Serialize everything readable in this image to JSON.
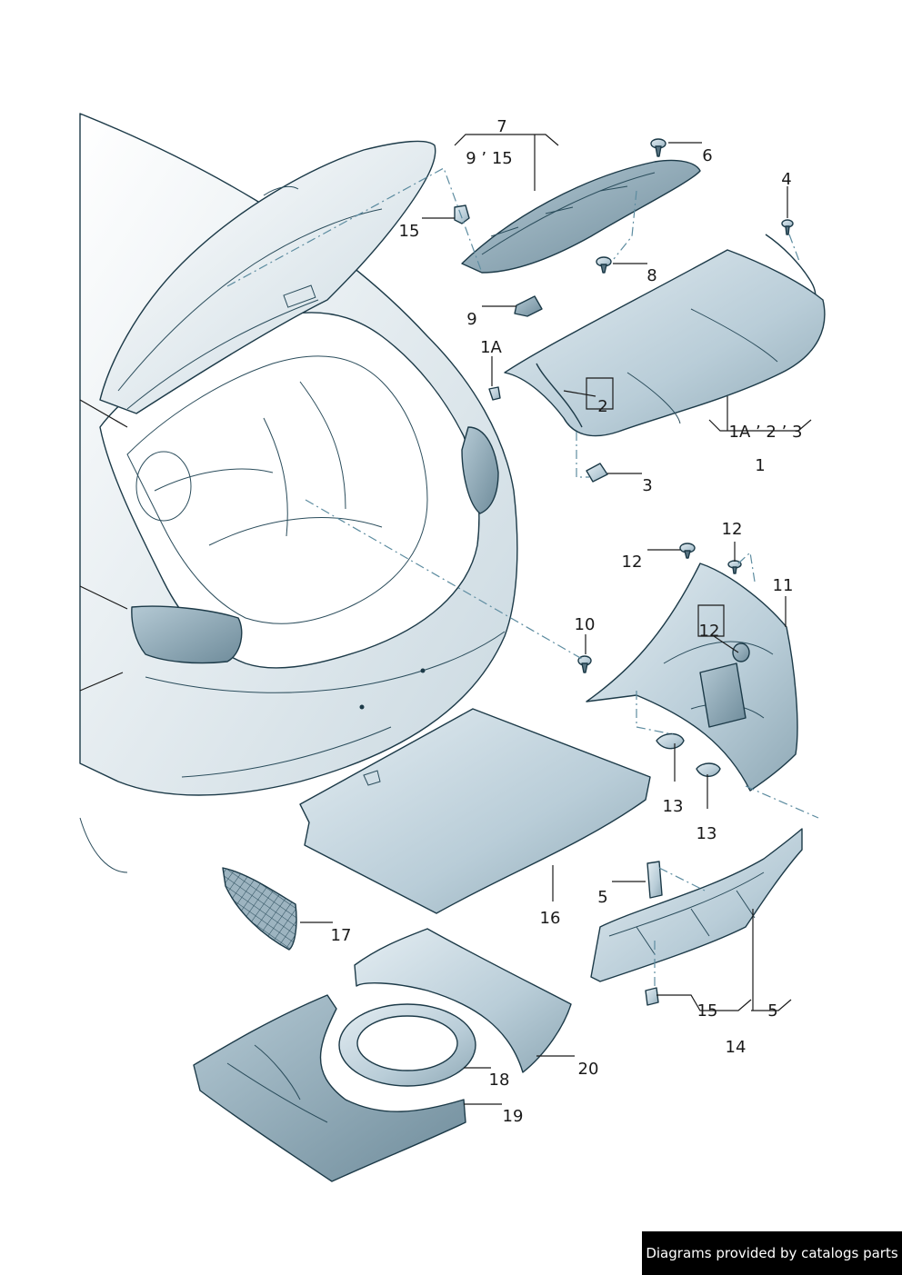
{
  "labels": {
    "l7": "7",
    "l9_15": "9 ’ 15",
    "l6": "6",
    "l4": "4",
    "l15_top": "15",
    "l8": "8",
    "l9": "9",
    "l1A": "1A",
    "l2": "2",
    "l1A_2_3": "1A ’ 2 ’ 3",
    "l1": "1",
    "l3": "3",
    "l12_a": "12",
    "l12_b": "12",
    "l11": "11",
    "l10": "10",
    "l12_c": "12",
    "l13_a": "13",
    "l13_b": "13",
    "l5_a": "5",
    "l16": "16",
    "l17": "17",
    "l15_b": "15",
    "l5_b": "5",
    "l14": "14",
    "l20": "20",
    "l18": "18",
    "l19": "19"
  },
  "footer": {
    "credit": "Diagrams provided by catalogs parts"
  },
  "colors": {
    "part_light": "#cfdde5",
    "part_dark": "#8fa9b6",
    "outline": "#1c3a48",
    "dash_line": "#5d8ca0",
    "credit_bg": "#000000"
  }
}
